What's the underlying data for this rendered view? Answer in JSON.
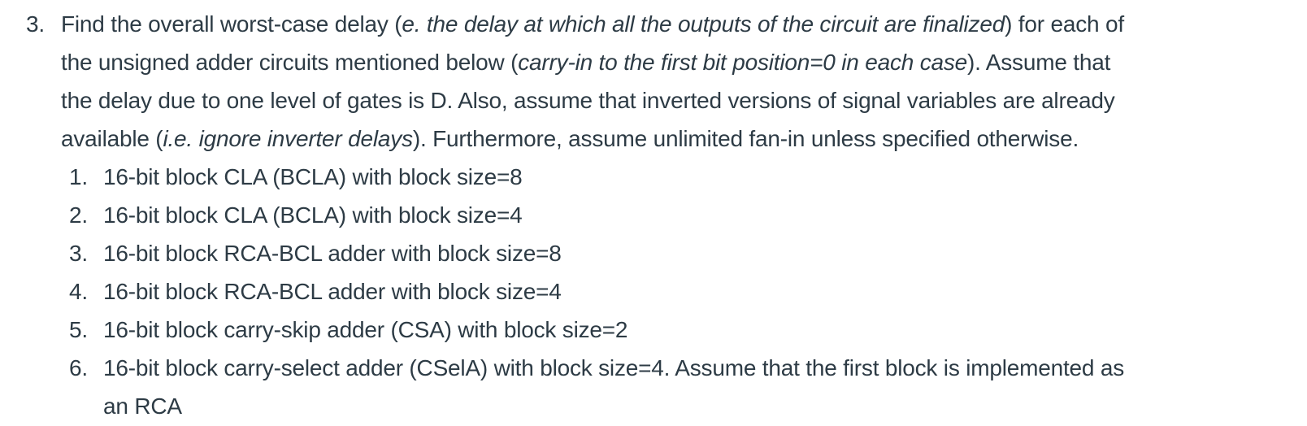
{
  "problem": {
    "number": "3.",
    "colors": {
      "text": "#2d3b45",
      "background": "#ffffff"
    },
    "intro_lines": [
      [
        {
          "t": "Find the overall worst-case delay ("
        },
        {
          "t": "e. the delay at which all the outputs of the circuit are finalized",
          "i": true
        },
        {
          "t": ") for each of"
        }
      ],
      [
        {
          "t": "the unsigned adder circuits mentioned below ("
        },
        {
          "t": "carry-in to the first bit position=0 in each case",
          "i": true
        },
        {
          "t": "). Assume that"
        }
      ],
      [
        {
          "t": "the delay due to one level of gates is D. Also, assume that inverted versions of signal variables are already"
        }
      ],
      [
        {
          "t": "available ("
        },
        {
          "t": "i.e. ignore inverter delays",
          "i": true
        },
        {
          "t": "). Furthermore, assume unlimited fan-in unless specified otherwise."
        }
      ]
    ],
    "items": [
      {
        "number": "1.",
        "lines": [
          "16-bit block CLA (BCLA) with block size=8"
        ]
      },
      {
        "number": "2.",
        "lines": [
          "16-bit block CLA (BCLA) with block size=4"
        ]
      },
      {
        "number": "3.",
        "lines": [
          "16-bit block RCA-BCL adder with block size=8"
        ]
      },
      {
        "number": "4.",
        "lines": [
          "16-bit block RCA-BCL adder with block size=4"
        ]
      },
      {
        "number": "5.",
        "lines": [
          "16-bit block carry-skip adder (CSA) with block size=2"
        ]
      },
      {
        "number": "6.",
        "lines": [
          "16-bit block carry-select adder (CSelA) with block size=4. Assume that the first block is implemented as",
          "an RCA"
        ]
      }
    ]
  }
}
